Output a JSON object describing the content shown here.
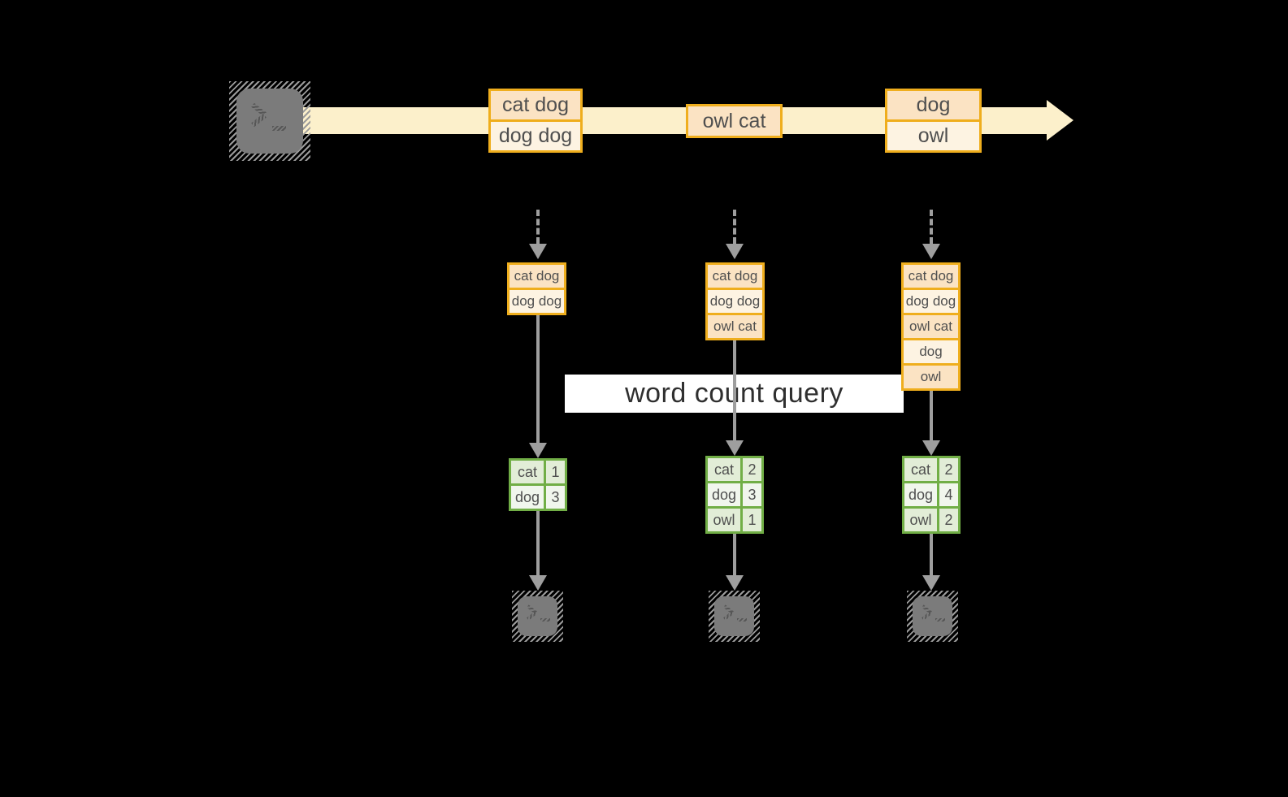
{
  "banner": {
    "label": "word count query"
  },
  "colors": {
    "bg": "#000000",
    "band": "#fcf0cb",
    "orange-border": "#efae1d",
    "peach": "#fbe3c3",
    "cream": "#fdf3e2",
    "green-border": "#71ae46",
    "green-dark": "#e2edd7",
    "green-light": "#f1f6ed",
    "arrow": "#9e9e9e",
    "banner-bg": "#ffffff",
    "banner-text": "#2f2f2f",
    "cell-text": "#4f4f4f",
    "terminal": "#7b7b7b",
    "hatch": "#9b9b9b",
    "glyph-dark": "#565656"
  },
  "stream": {
    "events": [
      {
        "lines": [
          "cat dog",
          "dog dog"
        ]
      },
      {
        "lines": [
          "owl cat"
        ]
      },
      {
        "lines": [
          "dog",
          "owl"
        ]
      }
    ]
  },
  "columns": [
    {
      "buffer": [
        "cat dog",
        "dog dog"
      ],
      "counts": [
        [
          "cat",
          "1"
        ],
        [
          "dog",
          "3"
        ]
      ]
    },
    {
      "buffer": [
        "cat dog",
        "dog dog",
        "owl cat"
      ],
      "counts": [
        [
          "cat",
          "2"
        ],
        [
          "dog",
          "3"
        ],
        [
          "owl",
          "1"
        ]
      ]
    },
    {
      "buffer": [
        "cat dog",
        "dog dog",
        "owl cat",
        "dog",
        "owl"
      ],
      "counts": [
        [
          "cat",
          "2"
        ],
        [
          "dog",
          "4"
        ],
        [
          "owl",
          "2"
        ]
      ]
    }
  ]
}
